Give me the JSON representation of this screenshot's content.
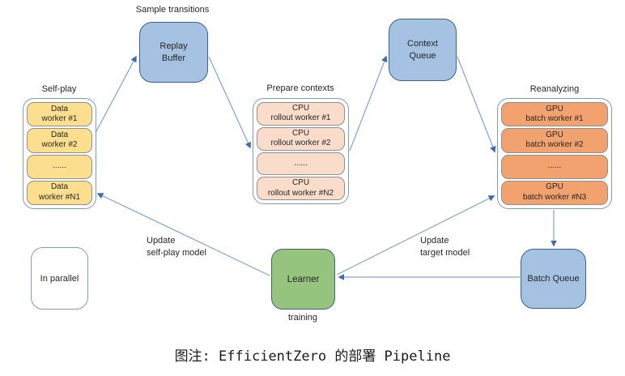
{
  "caption": "图注: EfficientZero 的部署 Pipeline",
  "nodes": {
    "replay_buffer": "Replay Buffer",
    "context_queue": "Context Queue",
    "batch_queue": "Batch Queue",
    "learner": "Learner",
    "learner_sub": "training",
    "in_parallel": "In parallel"
  },
  "labels": {
    "sample_transitions": "Sample transitions",
    "update_selfplay_1": "Update",
    "update_selfplay_2": "self-play model",
    "update_target_1": "Update",
    "update_target_2": "target model"
  },
  "groups": {
    "selfplay": {
      "title": "Self-play",
      "workers": [
        {
          "line1": "Data",
          "line2": "worker #1"
        },
        {
          "line1": "Data",
          "line2": "worker #2"
        },
        {
          "line1": "......",
          "line2": ""
        },
        {
          "line1": "Data",
          "line2": "worker #N1"
        }
      ]
    },
    "prepare": {
      "title": "Prepare contexts",
      "workers": [
        {
          "line1": "CPU",
          "line2": "rollout worker #1"
        },
        {
          "line1": "CPU",
          "line2": "rollout worker #2"
        },
        {
          "line1": "......",
          "line2": ""
        },
        {
          "line1": "CPU",
          "line2": "rollout worker #N2"
        }
      ]
    },
    "reanalyze": {
      "title": "Reanalyzing",
      "workers": [
        {
          "line1": "GPU",
          "line2": "batch worker #1"
        },
        {
          "line1": "GPU",
          "line2": "batch worker #2"
        },
        {
          "line1": "......",
          "line2": ""
        },
        {
          "line1": "GPU",
          "line2": "batch worker #N3"
        }
      ]
    }
  },
  "colors": {
    "background": "#ffffff",
    "text": "#262626",
    "queue_fill": "#a6c2e2",
    "queue_border": "#3a6191",
    "container_border": "#7d9cc0",
    "worker_yellow": "#fbdf8e",
    "worker_pink": "#f9dcca",
    "worker_orange": "#f2a26e",
    "worker_border": "#8f8f8f",
    "learner_fill": "#94c47e",
    "learner_border": "#44607a",
    "arrow_line": "#7da3d8",
    "arrow_head": "#3e6cb0"
  }
}
